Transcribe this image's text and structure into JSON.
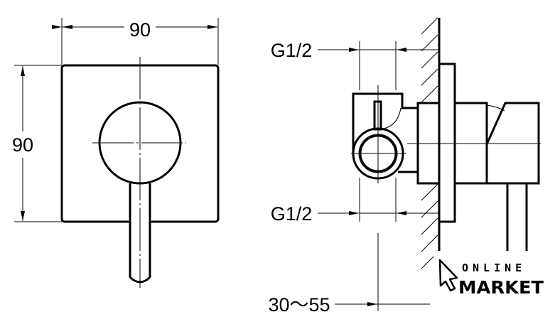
{
  "front_view": {
    "width_label": "90",
    "height_label": "90"
  },
  "side_view": {
    "inlet_top_label": "G1/2",
    "inlet_bottom_label": "G1/2",
    "depth_range_label": "30～55"
  },
  "watermark": {
    "line1": "ONLINE",
    "line2": "MARKET"
  }
}
